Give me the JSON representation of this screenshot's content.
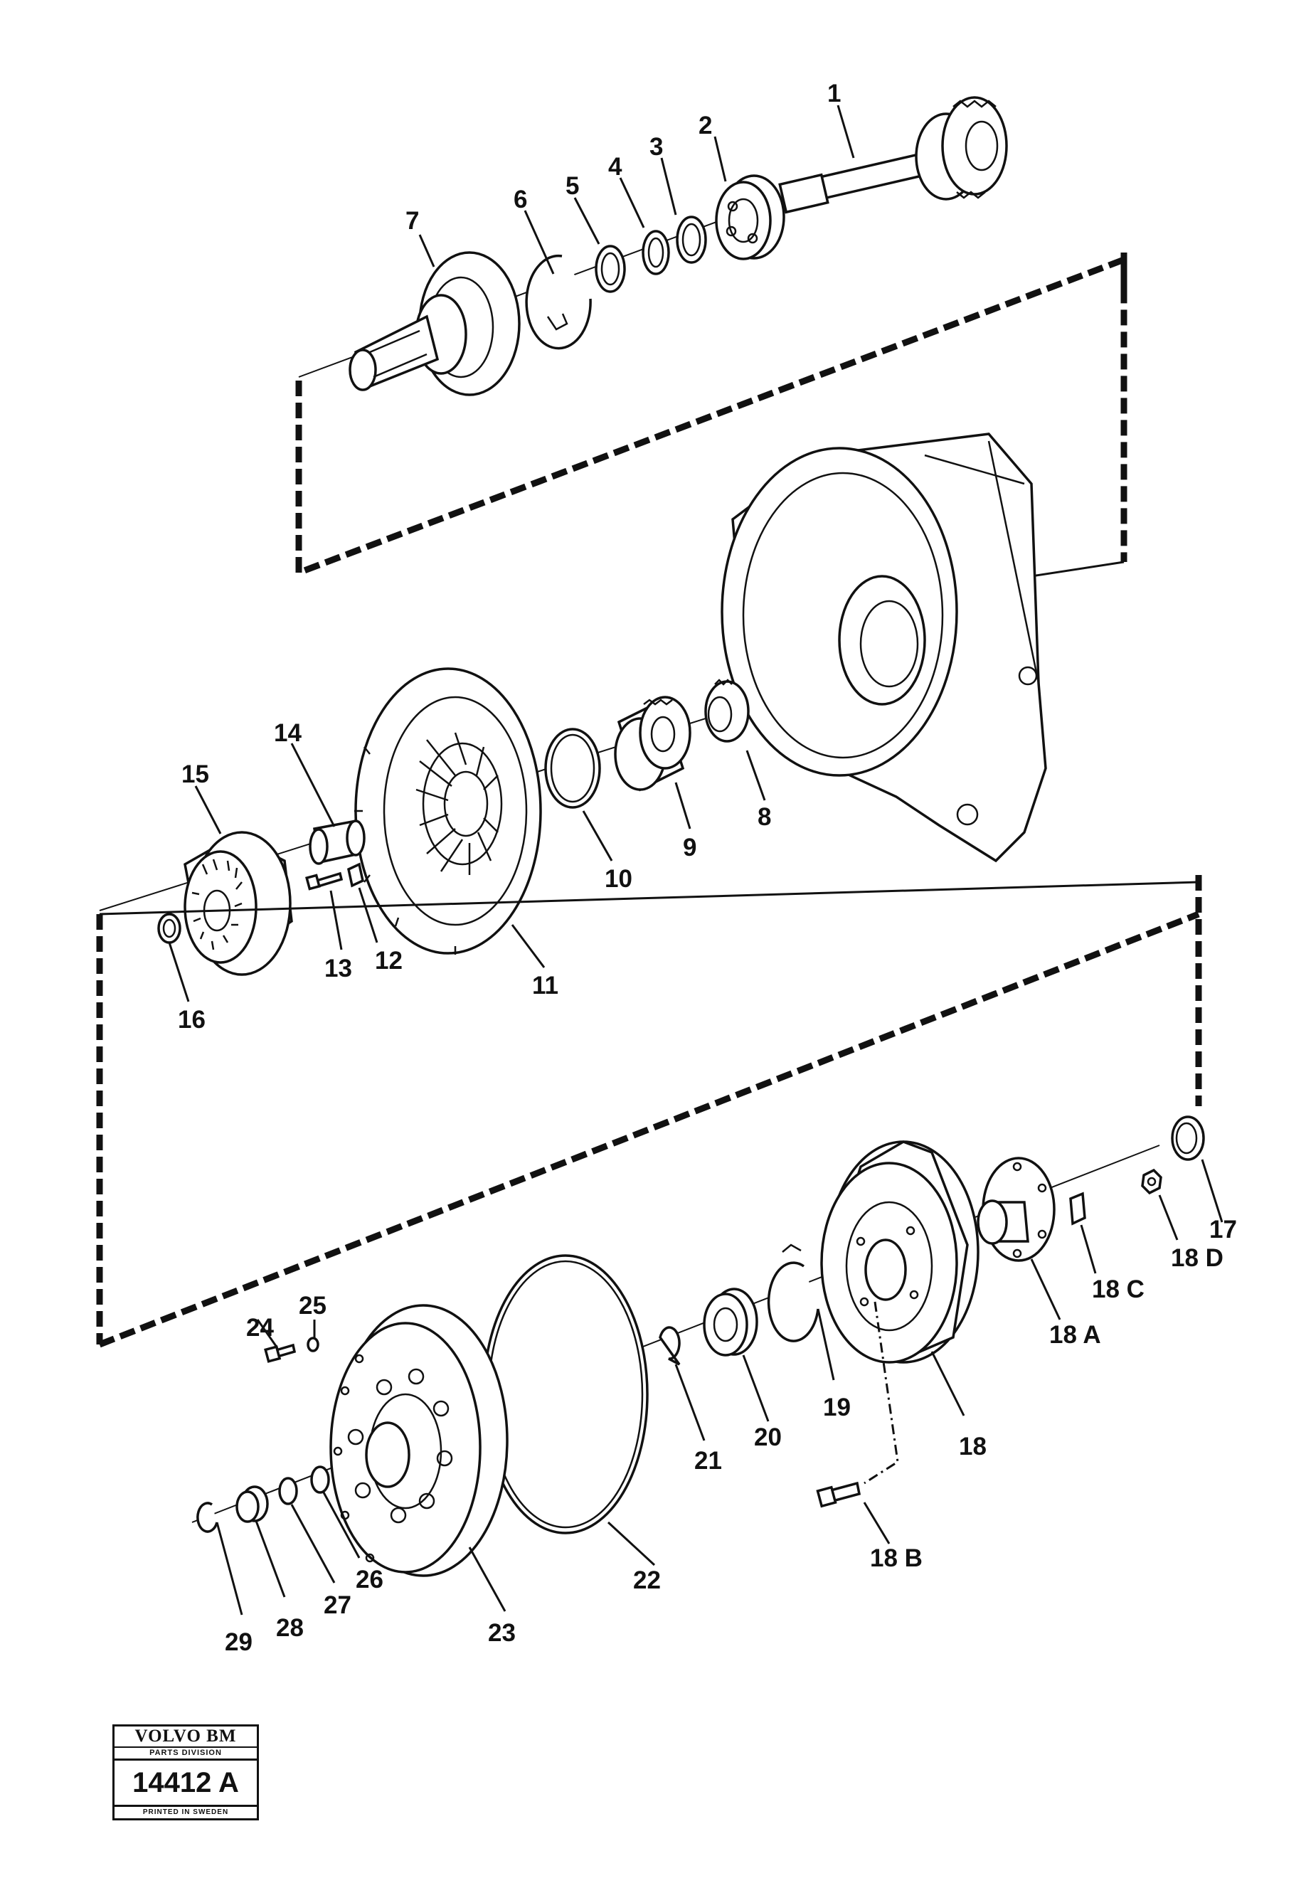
{
  "callouts": [
    "1",
    "2",
    "3",
    "4",
    "5",
    "6",
    "7",
    "8",
    "9",
    "10",
    "11",
    "12",
    "13",
    "14",
    "15",
    "16",
    "17",
    "18",
    "18 A",
    "18 B",
    "18 C",
    "18 D",
    "19",
    "20",
    "21",
    "22",
    "23",
    "24",
    "25",
    "26",
    "27",
    "28",
    "29"
  ],
  "stamp": {
    "brand": "VOLVO BM",
    "division": "PARTS DIVISION",
    "number": "14412 A",
    "printed": "PRINTED IN SWEDEN"
  }
}
